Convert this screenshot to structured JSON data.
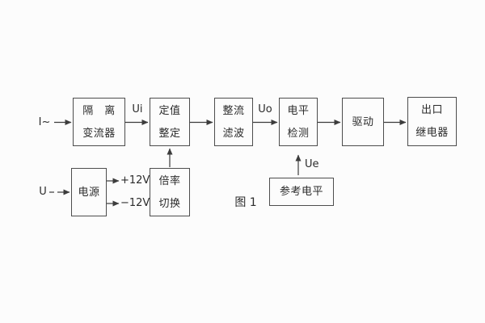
{
  "figure": {
    "caption": "图 1",
    "colors": {
      "line": "#3c3c3c",
      "box_border": "#4d4d4d",
      "text": "#2b2b2b",
      "background": "#fcfcfc"
    }
  },
  "inputs": {
    "current": "I~",
    "voltage": "U"
  },
  "signal_labels": {
    "ui": "Ui",
    "uo": "Uo",
    "ue": "Ue",
    "plus12v": "+12V",
    "minus12v": "−12V"
  },
  "blocks": {
    "isolation_transformer": {
      "line1": "隔　离",
      "line2": "变流器"
    },
    "setting_adjust": {
      "line1": "定值",
      "line2": "整定"
    },
    "rectify_filter": {
      "line1": "整流",
      "line2": "滤波"
    },
    "level_detect": {
      "line1": "电平",
      "line2": "检测"
    },
    "drive": {
      "line1": "驱动"
    },
    "output_relay": {
      "line1": "出口",
      "line2": "继电器"
    },
    "power_supply": {
      "line1": "电源"
    },
    "ratio_switch": {
      "line1": "倍率",
      "line2": "切换"
    },
    "reference_level": {
      "line1": "参考电平"
    }
  }
}
